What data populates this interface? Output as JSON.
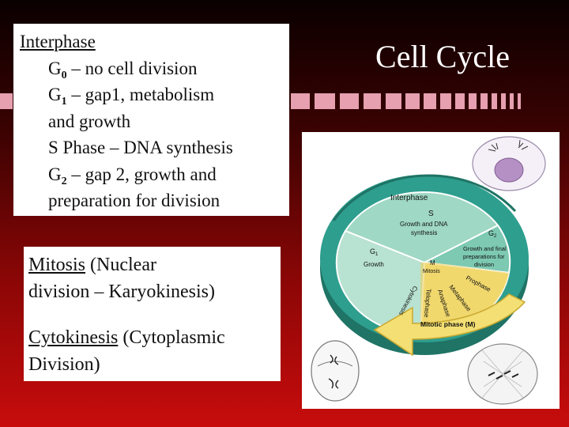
{
  "slide": {
    "title": "Cell Cycle",
    "interphase": {
      "heading": "Interphase",
      "g0_sym": "G",
      "g0_sub": "0",
      "g0_text": " – no cell division",
      "g1_sym": "G",
      "g1_sub": "1",
      "g1_text": " – gap1, metabolism",
      "g1_text2": "and growth",
      "s_text": "S Phase – DNA synthesis",
      "g2_sym": "G",
      "g2_sub": "2",
      "g2_text": " – gap 2, growth and",
      "g2_text2": "preparation for division"
    },
    "mitosis": {
      "term": "Mitosis",
      "desc1": " (Nuclear",
      "desc2": "division – Karyokinesis)"
    },
    "cytokinesis": {
      "term": "Cytokinesis",
      "desc1": " (Cytoplasmic",
      "desc2": "Division)"
    }
  },
  "diagram": {
    "interphase_label": "Interphase",
    "s_label": "S",
    "s_desc1": "Growth and DNA",
    "s_desc2": "synthesis",
    "g2_label": "G",
    "g2_sub": "2",
    "g2_desc1": "Growth and final",
    "g2_desc2": "preparations for",
    "g2_desc3": "division",
    "g1_label": "G",
    "g1_sub": "1",
    "g1_desc": "Growth",
    "m_label": "M",
    "mitosis_label": "Mitosis",
    "prophase": "Prophase",
    "metaphase": "Metaphase",
    "anaphase": "Anaphase",
    "telophase": "Telophase",
    "cytokinesis": "Cytokinesis",
    "mitotic_phase": "Mitotic phase (M)",
    "colors": {
      "interphase_teal": "#2e9e8e",
      "interphase_light": "#9fd8c4",
      "mitotic_yellow": "#f6e58a",
      "mitotic_dark": "#d9bb3c",
      "accent_pink": "#e6a0b0"
    }
  }
}
